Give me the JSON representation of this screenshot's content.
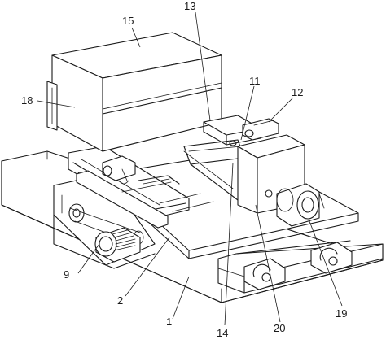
{
  "labels": {
    "l1": "1",
    "l2": "2",
    "l9": "9",
    "l11": "11",
    "l12": "12",
    "l13": "13",
    "l14": "14",
    "l15": "15",
    "l18": "18",
    "l19": "19",
    "l20": "20"
  }
}
